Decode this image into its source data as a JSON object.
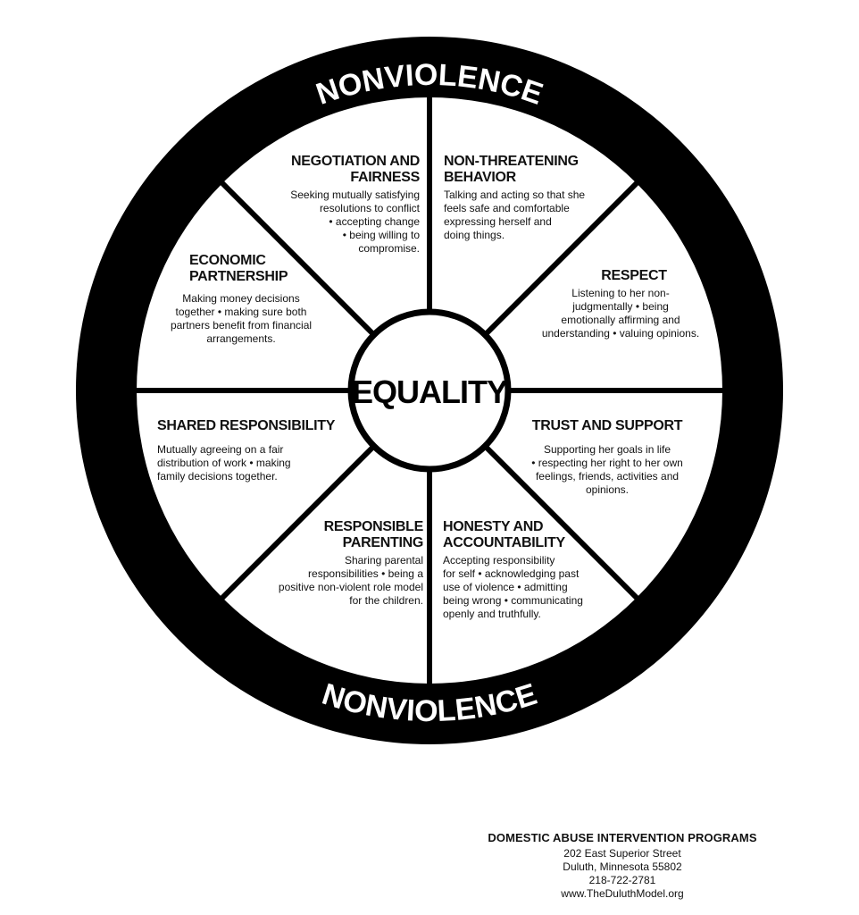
{
  "wheel": {
    "rim_top": "NONVIOLENCE",
    "rim_bottom": "NONVIOLENCE",
    "hub": "EQUALITY",
    "colors": {
      "rim": "#000000",
      "field": "#ffffff"
    }
  },
  "sections": [
    {
      "title": "NEGOTIATION AND FAIRNESS",
      "lines": [
        "Seeking mutually satisfying",
        "resolutions to conflict",
        "• accepting change",
        "• being willing to",
        "compromise."
      ]
    },
    {
      "title": "NON-THREATENING BEHAVIOR",
      "lines": [
        "Talking and acting so that she",
        "feels safe and comfortable",
        "expressing herself and",
        "doing things."
      ]
    },
    {
      "title": "RESPECT",
      "lines": [
        "Listening to her non-",
        "judgmentally • being",
        "emotionally affirming and",
        "understanding • valuing opinions."
      ]
    },
    {
      "title": "TRUST AND SUPPORT",
      "lines": [
        "Supporting her goals in life",
        "• respecting her right to her own",
        "feelings, friends, activities and",
        "opinions."
      ]
    },
    {
      "title": "HONESTY AND ACCOUNTABILITY",
      "lines": [
        "Accepting responsibility",
        "for self • acknowledging past",
        "use of violence • admitting",
        "being wrong • communicating",
        "openly and truthfully."
      ]
    },
    {
      "title": "RESPONSIBLE PARENTING",
      "lines": [
        "Sharing parental",
        "responsibilities • being a",
        "positive non-violent role model",
        "for the children."
      ]
    },
    {
      "title": "SHARED RESPONSIBILITY",
      "lines": [
        "Mutually agreeing on a fair",
        "distribution of work • making",
        "family decisions together."
      ]
    },
    {
      "title": "ECONOMIC PARTNERSHIP",
      "lines": [
        "Making money decisions",
        "together • making sure both",
        "partners benefit from financial",
        "arrangements."
      ]
    }
  ],
  "footer": {
    "org": "DOMESTIC ABUSE INTERVENTION PROGRAMS",
    "address1": "202 East Superior Street",
    "address2": "Duluth, Minnesota 55802",
    "phone": "218-722-2781",
    "website": "www.TheDuluthModel.org"
  }
}
